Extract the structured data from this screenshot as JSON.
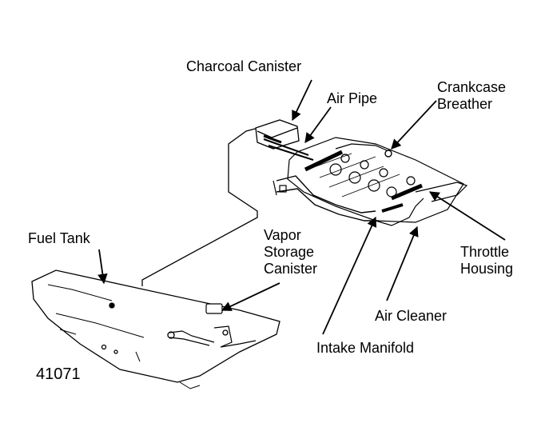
{
  "figure_number": "41071",
  "labels": {
    "charcoal_canister": "Charcoal Canister",
    "air_pipe": "Air Pipe",
    "crankcase_breather": [
      "Crankcase",
      "Breather"
    ],
    "fuel_tank": "Fuel Tank",
    "vapor_storage_canister": [
      "Vapor",
      "Storage",
      "Canister"
    ],
    "throttle_housing": [
      "Throttle",
      "Housing"
    ],
    "air_cleaner": "Air Cleaner",
    "intake_manifold": "Intake Manifold"
  },
  "colors": {
    "ink": "#000000",
    "paper": "#ffffff"
  }
}
